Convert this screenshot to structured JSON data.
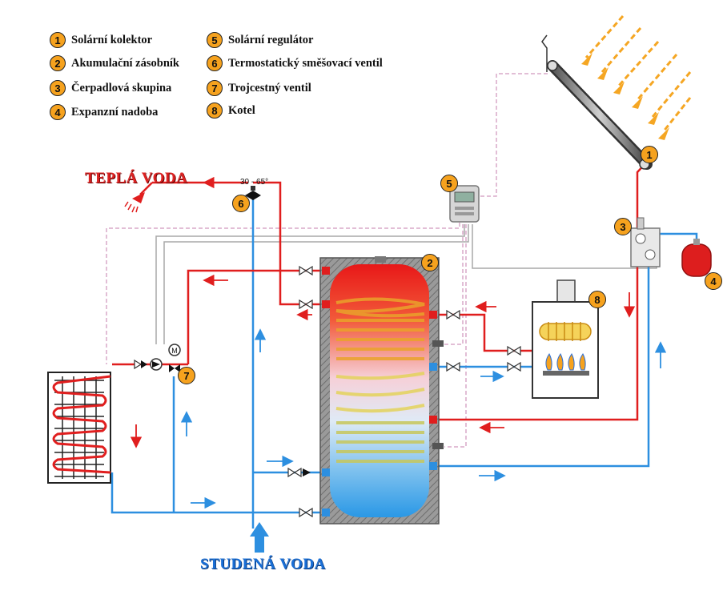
{
  "legend": [
    {
      "num": "1",
      "label": "Solární kolektor"
    },
    {
      "num": "2",
      "label": "Akumulační zásobník"
    },
    {
      "num": "3",
      "label": "Čerpadlová skupina"
    },
    {
      "num": "4",
      "label": "Expanzní nadoba"
    },
    {
      "num": "5",
      "label": "Solární regulátor"
    },
    {
      "num": "6",
      "label": "Termostatický směšovací ventil"
    },
    {
      "num": "7",
      "label": "Trojcestný ventil"
    },
    {
      "num": "8",
      "label": "Kotel"
    }
  ],
  "labels": {
    "hot_water": "TEPLÁ VODA",
    "cold_water": "STUDENÁ VODA",
    "mixer_range": "30 - 65°"
  },
  "colors": {
    "hot_pipe": "#e01e1e",
    "cold_pipe": "#2d8fe0",
    "sensor_line": "#d9a8c8",
    "control_line": "#a8a8a8",
    "badge": "#f6a21e",
    "sun_arrow": "#f5a623"
  },
  "icons": {
    "shower": "shower-icon",
    "valve": "valve-icon",
    "pump": "pump-icon",
    "motor": "motor-icon"
  }
}
